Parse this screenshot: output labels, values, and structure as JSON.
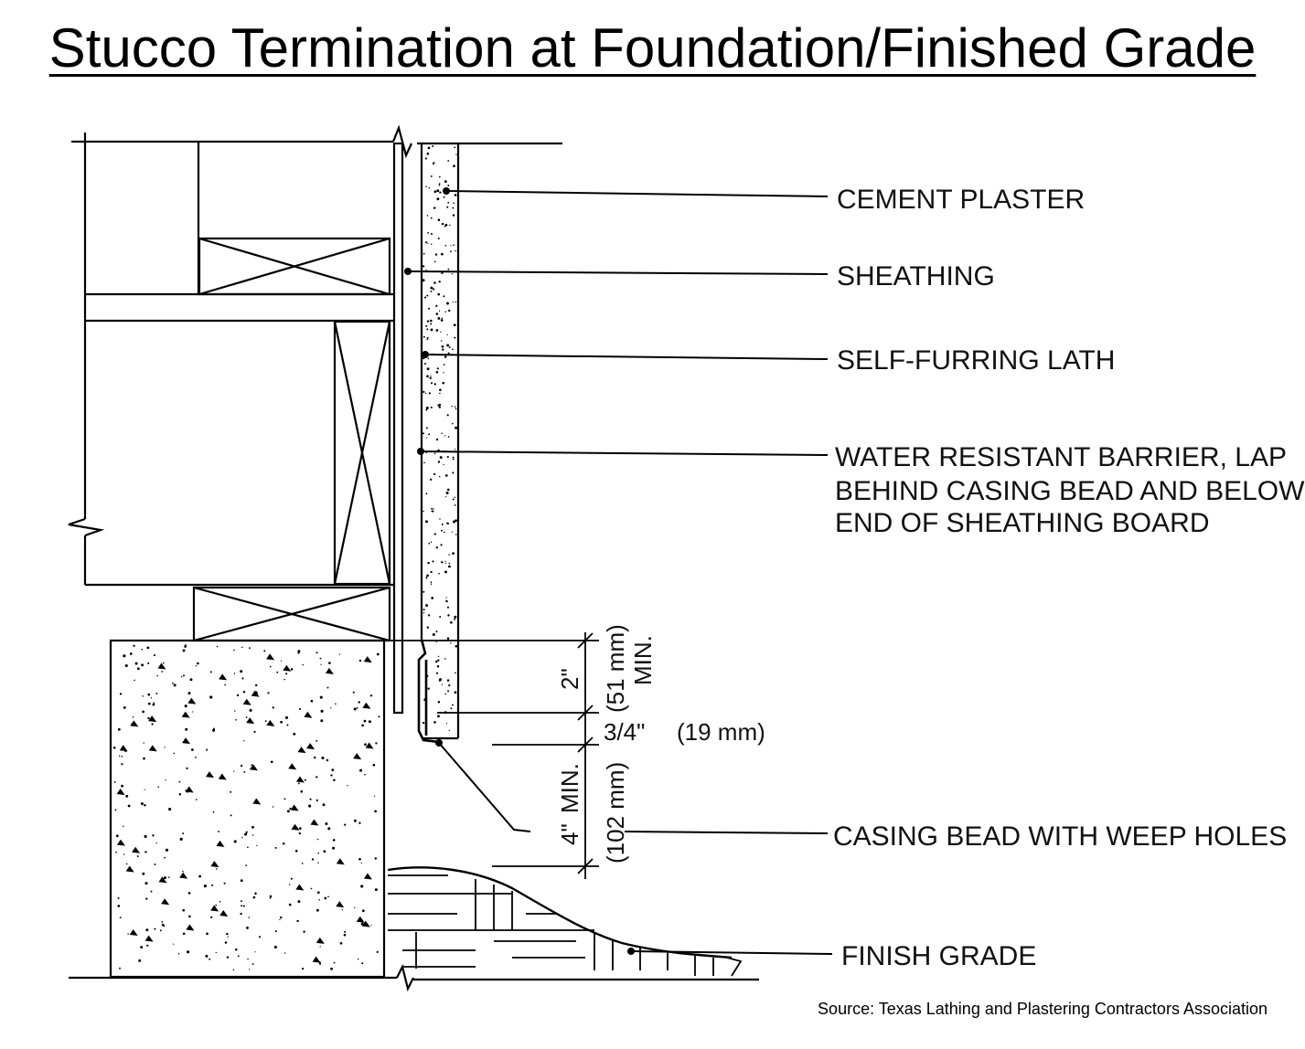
{
  "title": "Stucco Termination at Foundation/Finished Grade",
  "labels": {
    "cement_plaster": "CEMENT PLASTER",
    "sheathing": "SHEATHING",
    "lath": "SELF-FURRING LATH",
    "wrb_line1": "WATER RESISTANT BARRIER, LAP",
    "wrb_line2": "BEHIND CASING BEAD AND BELOW",
    "wrb_line3": "END OF SHEATHING BOARD",
    "casing_bead": "CASING BEAD WITH WEEP HOLES",
    "finish_grade": "FINISH GRADE"
  },
  "dimensions": {
    "lap_in": "2\"",
    "lap_mm": "(51 mm)",
    "lap_min": "MIN.",
    "gap_in": "3/4\"",
    "gap_mm": "(19 mm)",
    "clear_in": "4\"",
    "clear_min": "MIN.",
    "clear_mm": "(102 mm)"
  },
  "source": "Source: Texas Lathing and Plastering Contractors Association"
}
